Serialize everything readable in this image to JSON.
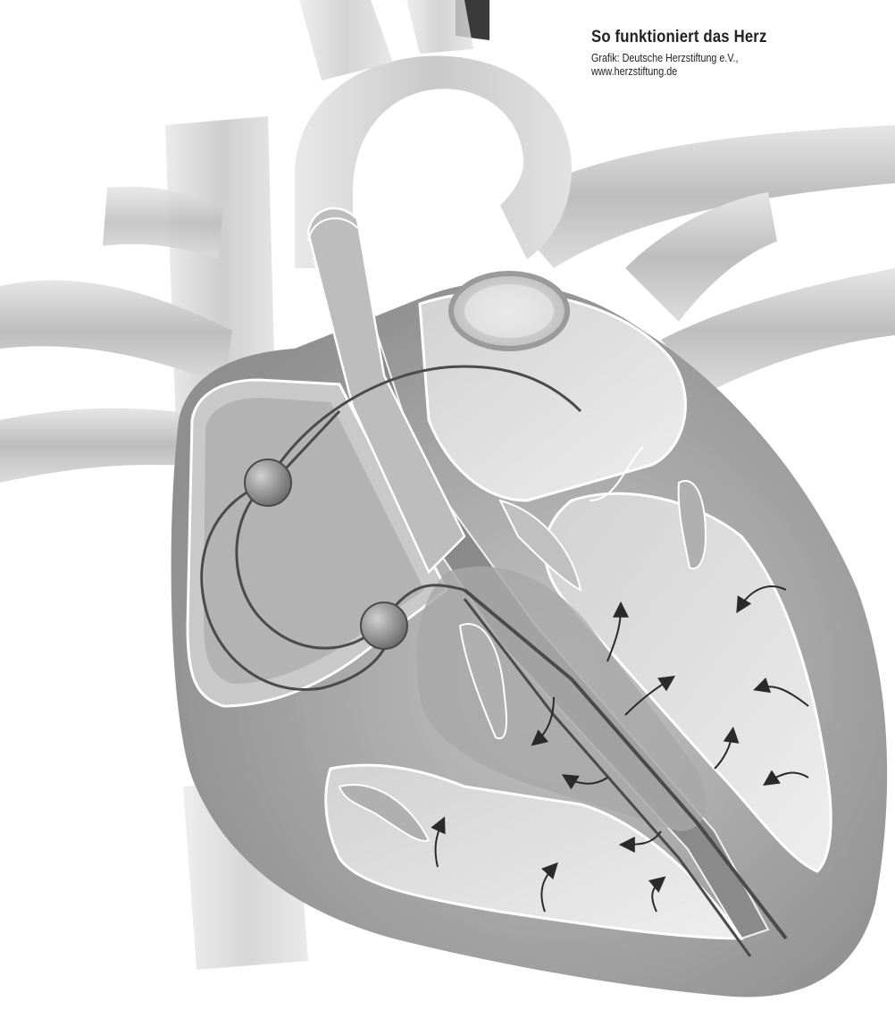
{
  "caption": {
    "title": "So funktioniert das Herz",
    "credit_line_1": "Grafik: Deutsche Herzstiftung e.V.,",
    "credit_line_2": "www.herzstiftung.de"
  }
}
